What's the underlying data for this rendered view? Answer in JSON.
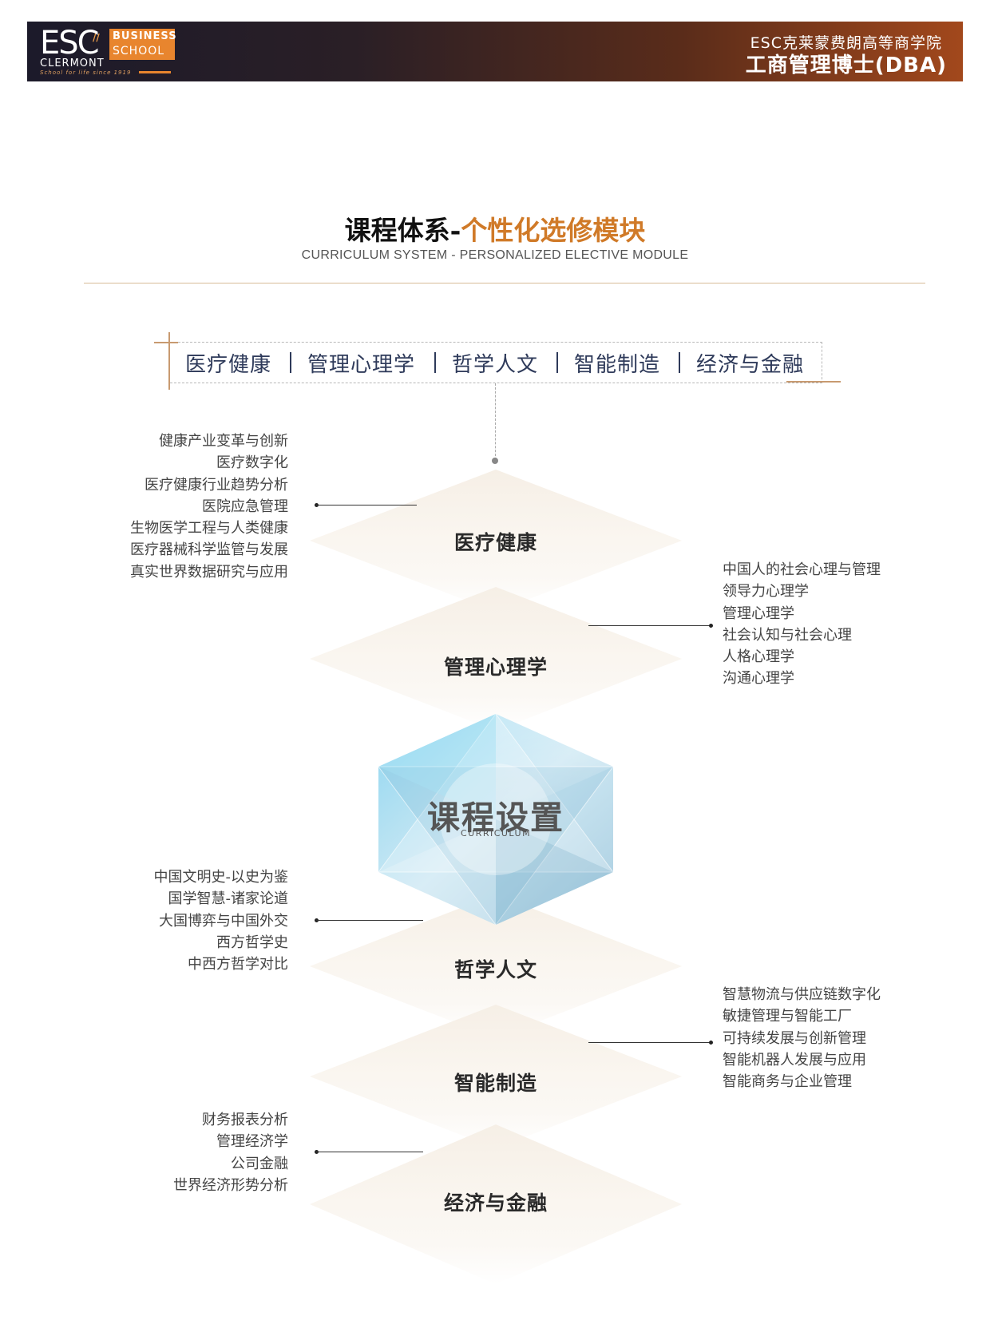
{
  "header": {
    "logo": {
      "esc": "ESC",
      "slash": "//",
      "business": "BUSINESS",
      "school": "SCHOOL",
      "clermont": "CLERMONT",
      "tagline": "School for life since 1919"
    },
    "school_name": "ESC克莱蒙费朗高等商学院",
    "program": "工商管理博士(DBA)",
    "colors": {
      "banner_start": "#1c1a2a",
      "banner_end": "#a2481c",
      "logo_orange": "#e8852e"
    }
  },
  "title": {
    "part1": "课程体系-",
    "part2": "个性化选修模块",
    "subtitle": "CURRICULUM SYSTEM - PERSONALIZED ELECTIVE MODULE",
    "accent_color": "#d07a28"
  },
  "tabs": [
    "医疗健康",
    "管理心理学",
    "哲学人文",
    "智能制造",
    "经济与金融"
  ],
  "center": {
    "title": "课程设置",
    "subtitle": "CURRICULUM"
  },
  "modules": [
    {
      "name": "医疗健康",
      "side": "left",
      "courses": [
        "健康产业变革与创新",
        "医疗数字化",
        "医疗健康行业趋势分析",
        "医院应急管理",
        "生物医学工程与人类健康",
        "医疗器械科学监管与发展",
        "真实世界数据研究与应用"
      ]
    },
    {
      "name": "管理心理学",
      "side": "right",
      "courses": [
        "中国人的社会心理与管理",
        "领导力心理学",
        "管理心理学",
        "社会认知与社会心理",
        "人格心理学",
        "沟通心理学"
      ]
    },
    {
      "name": "哲学人文",
      "side": "left",
      "courses": [
        "中国文明史-以史为鉴",
        "国学智慧-诸家论道",
        "大国博弈与中国外交",
        "西方哲学史",
        "中西方哲学对比"
      ]
    },
    {
      "name": "智能制造",
      "side": "right",
      "courses": [
        "智慧物流与供应链数字化",
        "敏捷管理与智能工厂",
        "可持续发展与创新管理",
        "智能机器人发展与应用",
        "智能商务与企业管理"
      ]
    },
    {
      "name": "经济与金融",
      "side": "left",
      "courses": [
        "财务报表分析",
        "管理经济学",
        "公司金融",
        "世界经济形势分析"
      ]
    }
  ]
}
